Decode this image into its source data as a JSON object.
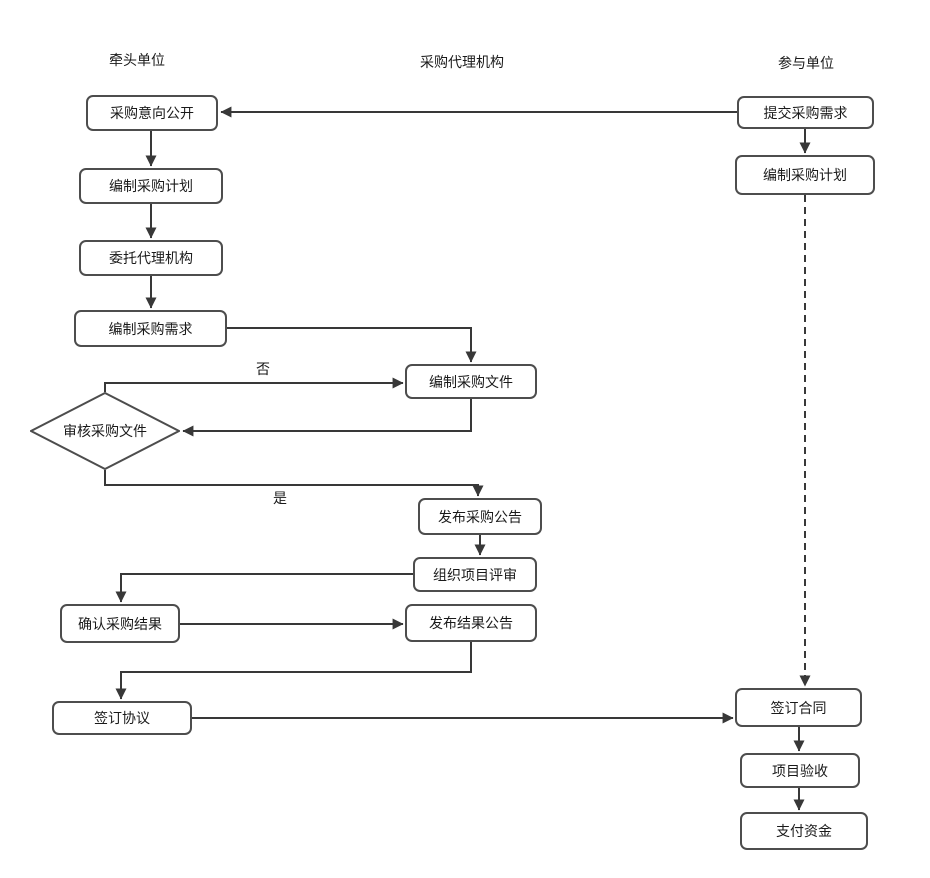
{
  "diagram": {
    "headers": {
      "lead": "牵头单位",
      "agency": "采购代理机构",
      "participant": "参与单位"
    },
    "nodes": {
      "intent_public": "采购意向公开",
      "lead_plan": "编制采购计划",
      "entrust_agency": "委托代理机构",
      "prepare_requirements": "编制采购需求",
      "review_documents": "审核采购文件",
      "prepare_documents": "编制采购文件",
      "publish_announcement": "发布采购公告",
      "organize_review": "组织项目评审",
      "confirm_result": "确认采购结果",
      "publish_result": "发布结果公告",
      "sign_agreement": "签订协议",
      "submit_requirements": "提交采购需求",
      "participant_plan": "编制采购计划",
      "sign_contract": "签订合同",
      "project_acceptance": "项目验收",
      "pay_funds": "支付资金"
    },
    "edge_labels": {
      "no": "否",
      "yes": "是"
    },
    "colors": {
      "line": "#383838",
      "node_border": "#4d4d4d",
      "node_fill": "#ffffff",
      "text": "#1a1a1a",
      "background": "#ffffff"
    }
  }
}
